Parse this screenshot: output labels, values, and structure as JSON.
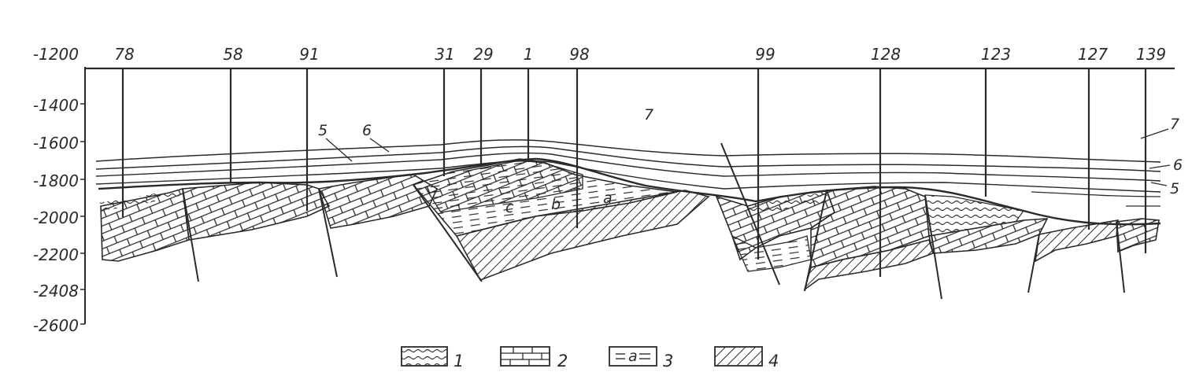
{
  "depth_axis": {
    "ticks": [
      "-1200",
      "-1400",
      "-1600",
      "-1800",
      "-2000",
      "-2200",
      "-2408",
      "-2600"
    ]
  },
  "wells": [
    "78",
    "58",
    "91",
    "31",
    "29",
    "1",
    "98",
    "99",
    "128",
    "123",
    "127",
    "139"
  ],
  "unit_labels": {
    "center_7": "7",
    "left_5": "5",
    "left_6": "6",
    "right_7": "7",
    "right_6": "6",
    "right_5": "5",
    "sub_a": "a",
    "sub_b": "b",
    "sub_c": "c"
  },
  "legend": [
    {
      "number": "1",
      "symbol": "wavy-pattern"
    },
    {
      "number": "2",
      "symbol": "brick-pattern"
    },
    {
      "number": "3",
      "symbol": "dash-pattern",
      "text": "a"
    },
    {
      "number": "4",
      "symbol": "hatch-pattern"
    }
  ],
  "colors": {
    "ink": "#2a2a2a",
    "paper": "#ffffff"
  }
}
